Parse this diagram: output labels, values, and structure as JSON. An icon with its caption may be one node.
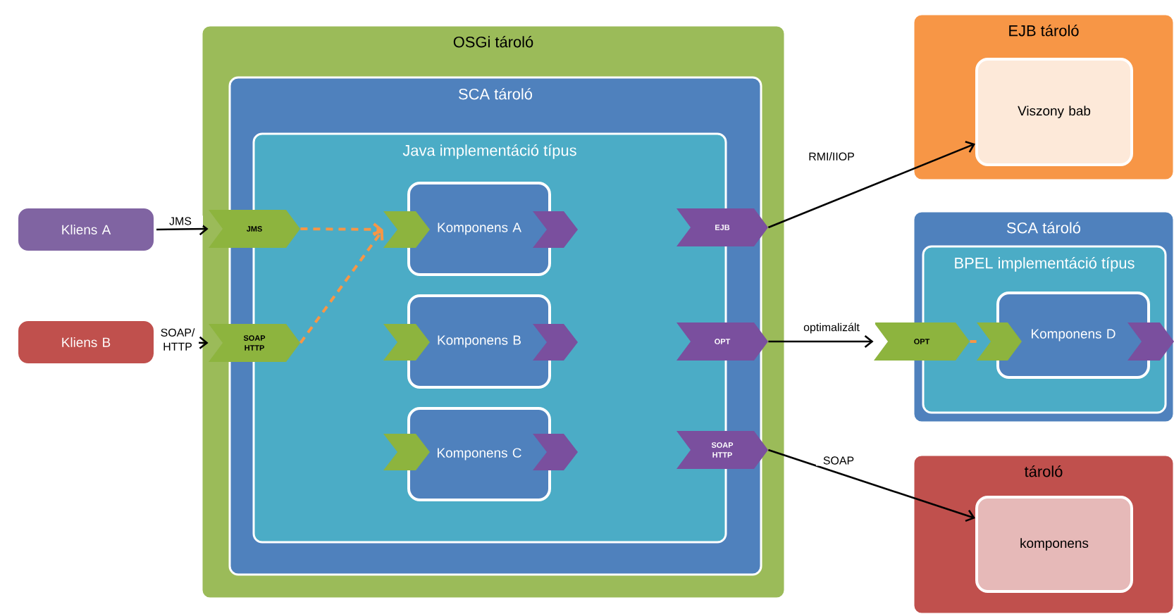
{
  "diagram": {
    "nodes": [
      {
        "text": [
          "OSGi tároló"
        ]
      },
      {
        "text": [
          "SCA tároló"
        ],
        "in": 0
      },
      {
        "text": [
          "Java implementáció típus"
        ],
        "in": 1
      },
      {
        "text": [
          "Komponens A"
        ],
        "in": 2
      },
      {
        "text": [
          "Komponens B"
        ],
        "in": 2
      },
      {
        "text": [
          "Komponens C"
        ],
        "in": 2
      },
      {
        "text": [
          "JMS"
        ],
        "in": 0
      },
      {
        "text": [
          "SOAP HTTP"
        ],
        "in": 0
      },
      {
        "text": [
          "EJB"
        ],
        "in": 1
      },
      {
        "text": [
          "OPT"
        ],
        "in": 1
      },
      {
        "text": [
          "SOAP HTTP"
        ],
        "in": 1
      },
      {
        "text": [
          "Kliens A"
        ]
      },
      {
        "text": [
          "Kliens B"
        ]
      },
      {
        "text": [
          "EJB tároló"
        ]
      },
      {
        "text": [
          "Viszony bab"
        ],
        "in": 13
      },
      {
        "text": [
          "SCA tároló"
        ]
      },
      {
        "text": [
          "BPEL implementáció típus"
        ],
        "in": 15
      },
      {
        "text": [
          "Komponens D"
        ],
        "in": 16
      },
      {
        "text": [
          "OPT"
        ]
      },
      {
        "text": [
          "tároló"
        ]
      },
      {
        "text": [
          "komponens"
        ],
        "in": 19
      },
      {
        "text": [],
        "shape": "chevron",
        "in": 2
      },
      {
        "text": [],
        "shape": "chevron",
        "in": 2
      },
      {
        "text": [],
        "shape": "chevron",
        "in": 2
      },
      {
        "text": [],
        "shape": "chevron",
        "in": 2
      },
      {
        "text": [],
        "shape": "chevron",
        "in": 2
      },
      {
        "text": [],
        "shape": "chevron",
        "in": 2
      },
      {
        "text": [],
        "shape": "chevron",
        "in": 16
      },
      {
        "text": [],
        "shape": "chevron",
        "in": 15
      }
    ],
    "edges": [
      {
        "from": 11,
        "to": 6,
        "arrow": "to",
        "label": "JMS"
      },
      {
        "from": 12,
        "to": 7,
        "arrow": "to",
        "label": "SOAP/ HTTP"
      },
      {
        "from": 6,
        "to": 21,
        "arrow": "to",
        "style": "dashed",
        "color": "#f79646"
      },
      {
        "from": 7,
        "to": 21,
        "arrow": "to",
        "style": "dashed",
        "color": "#f79646"
      },
      {
        "from": 8,
        "to": 14,
        "arrow": "to",
        "label": "RMI/IIOP"
      },
      {
        "from": 9,
        "to": 18,
        "arrow": "to",
        "label": "optimalizált"
      },
      {
        "from": 10,
        "to": 20,
        "arrow": "to",
        "label": "SOAP"
      },
      {
        "from": 18,
        "to": 27,
        "arrow": "none",
        "style": "dashed",
        "color": "#f79646"
      }
    ]
  }
}
